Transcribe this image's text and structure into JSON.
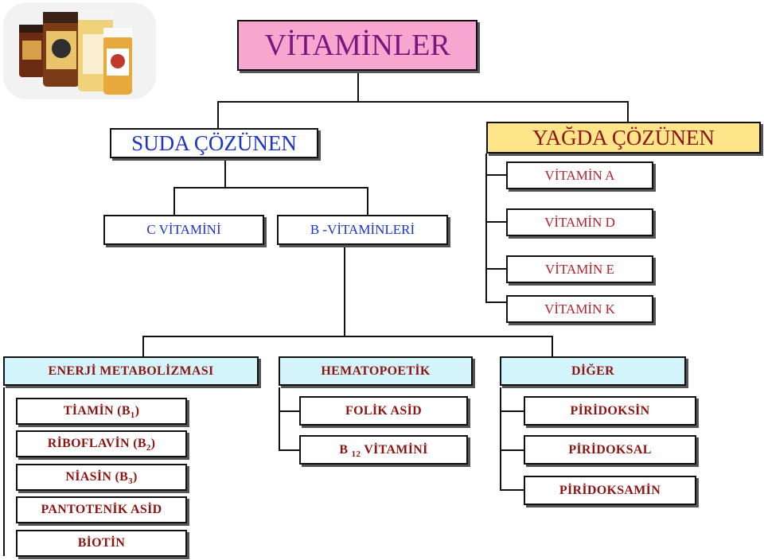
{
  "title": "VİTAMİNLER",
  "water_soluble": {
    "label": "SUDA ÇÖZÜNEN",
    "c_vitamin": "C VİTAMİNİ",
    "b_vitamins": "B -VİTAMİNLERİ"
  },
  "fat_soluble": {
    "label": "YAĞDA ÇÖZÜNEN",
    "items": [
      "VİTAMİN A",
      "VİTAMİN D",
      "VİTAMİN E",
      "VİTAMİN K"
    ]
  },
  "categories": {
    "energy": {
      "label": "ENERJİ METABOLİZMASI",
      "items": [
        {
          "pre": "TİAMİN (B",
          "sub": "1",
          "post": ")"
        },
        {
          "pre": "RİBOFLAVİN (B",
          "sub": "2",
          "post": ")"
        },
        {
          "pre": "NİASİN (B",
          "sub": "3",
          "post": ")"
        },
        {
          "pre": "PANTOTENİK ASİD"
        },
        {
          "pre": "BİOTİN"
        }
      ]
    },
    "hemato": {
      "label": "HEMATOPOETİK",
      "items": [
        {
          "pre": "FOLİK ASİD"
        },
        {
          "pre": "B ",
          "sub": "12",
          "post": " VİTAMİNİ"
        }
      ]
    },
    "other": {
      "label": "DİĞER",
      "items": [
        {
          "pre": "PİRİDOKSİN"
        },
        {
          "pre": "PİRİDOKSAL"
        },
        {
          "pre": "PİRİDOKSAMİN"
        }
      ]
    }
  },
  "image": {
    "icon": "vitamin-bottles-picture"
  },
  "colors": {
    "title_bg": "#f7a7cf",
    "title_text": "#7a167e",
    "water_text": "#1c34c8",
    "fat_bg": "#ffe58a",
    "category_bg": "#d4f4fb",
    "item_text": "#8e1412"
  }
}
